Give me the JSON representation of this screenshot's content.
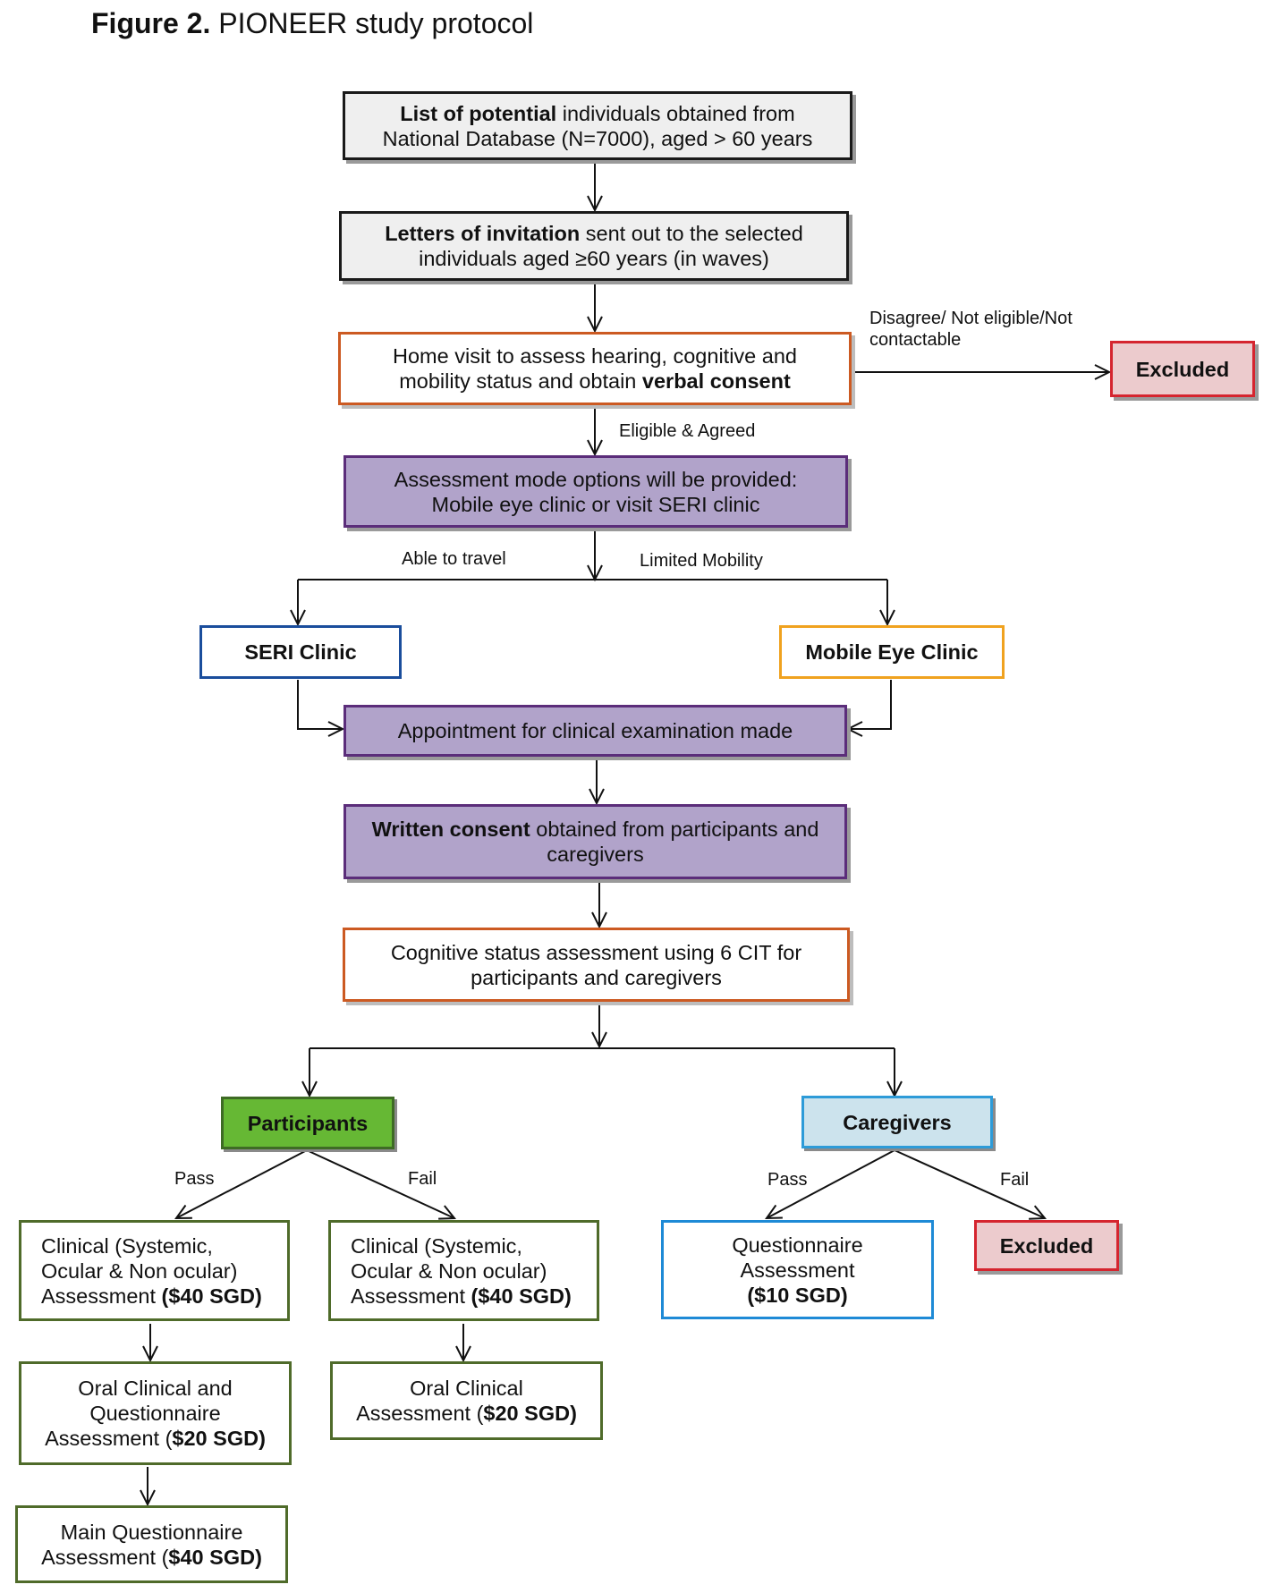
{
  "title": {
    "bold": "Figure 2.",
    "rest": " PIONEER study protocol"
  },
  "boxes": {
    "potential_list": {
      "line1_bold": "List of potential",
      "line1_rest": " individuals obtained from",
      "line2": "National Database (N=7000), aged > 60 years"
    },
    "invitation": {
      "line1_bold": "Letters of invitation",
      "line1_rest": " sent out to the selected",
      "line2": "individuals aged ≥60 years (in waves)"
    },
    "home_visit": {
      "line1": "Home visit to assess hearing, cognitive and",
      "line2_rest": "mobility status and obtain ",
      "line2_bold": "verbal consent"
    },
    "excluded_top": {
      "text": "Excluded"
    },
    "assessment_mode": {
      "line1": "Assessment mode options will be provided:",
      "line2": "Mobile eye clinic or visit SERI clinic"
    },
    "seri_clinic": {
      "text": "SERI Clinic"
    },
    "mobile_clinic": {
      "text": "Mobile Eye Clinic"
    },
    "appointment": {
      "text": "Appointment for clinical examination made"
    },
    "written_consent": {
      "line1_bold": "Written consent",
      "line1_rest": " obtained from participants and",
      "line2": "caregivers"
    },
    "cognitive": {
      "line1": "Cognitive status assessment using 6 CIT for",
      "line2": "participants and caregivers"
    },
    "participants": {
      "text": "Participants"
    },
    "caregivers": {
      "text": "Caregivers"
    },
    "clinical_pass": {
      "line1": "Clinical (Systemic,",
      "line2": "Ocular & Non ocular)",
      "line3_rest": "Assessment ",
      "line3_bold": "($40 SGD)"
    },
    "clinical_fail": {
      "line1": "Clinical (Systemic,",
      "line2": "Ocular & Non ocular)",
      "line3_rest": "Assessment ",
      "line3_bold": "($40 SGD)"
    },
    "questionnaire_cg": {
      "line1": "Questionnaire",
      "line2": "Assessment",
      "line3": "($10 SGD)"
    },
    "excluded_cg": {
      "text": "Excluded"
    },
    "oral_q": {
      "line1": "Oral Clinical and",
      "line2": "Questionnaire",
      "line3_rest": "Assessment (",
      "line3_bold": "$20 SGD)"
    },
    "oral_fail": {
      "line1": "Oral Clinical",
      "line2_rest": "Assessment (",
      "line2_bold": "$20 SGD)"
    },
    "main_q": {
      "line1": "Main Questionnaire",
      "line2_rest": "Assessment (",
      "line2_bold": "$40 SGD)"
    }
  },
  "labels": {
    "disagree": "Disagree/ Not eligible/Not contactable",
    "eligible": "Eligible & Agreed",
    "able": "Able to travel",
    "limited": "Limited Mobility",
    "pass_p": "Pass",
    "fail_p": "Fail",
    "pass_c": "Pass",
    "fail_c": "Fail"
  }
}
